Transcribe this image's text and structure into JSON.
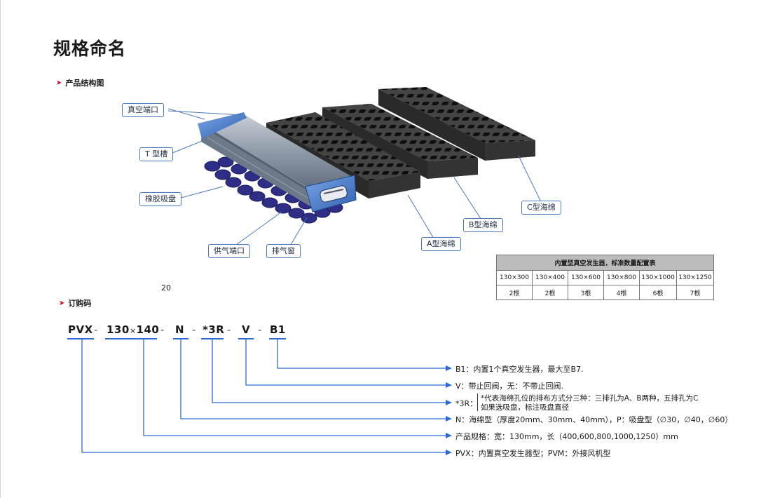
{
  "page": {
    "title": "规格命名",
    "page_number": "20"
  },
  "sections": {
    "structure": "产品结构图",
    "order_code": "订购码"
  },
  "structure_labels": {
    "vacuum_port": "真空端口",
    "t_slot": "T 型槽",
    "rubber_cup": "橡胶吸盘",
    "air_supply_port": "供气端口",
    "exhaust_window": "排气窗",
    "sponge_a": "A型海绵",
    "sponge_b": "B型海绵",
    "sponge_c": "C型海绵"
  },
  "config_table": {
    "title": "内置型真空发生器，标准数量配置表",
    "headers": [
      "130×300",
      "130×400",
      "130×600",
      "130×800",
      "130×1000",
      "130×1250"
    ],
    "values": [
      "2根",
      "2根",
      "3根",
      "4根",
      "6根",
      "7根"
    ]
  },
  "order_code": {
    "parts": {
      "series": "PVX",
      "size": "130×140",
      "width": "130",
      "times": "×",
      "length": "140",
      "type": "N",
      "holes": "*3R",
      "valve": "V",
      "generator": "B1",
      "dash": "-"
    },
    "descriptions": {
      "generator": "B1：内置1个真空发生器，最大至B7.",
      "valve": "V：带止回阀，无：不带止回阀.",
      "holes_prefix": "*3R：",
      "holes_line1": "*代表海绵孔位的排布方式分三种：三排孔为A、B两种，五排孔为C",
      "holes_line2": "如果选吸盘，标注吸盘直径",
      "type": "N：海绵型（厚度20mm、30mm、40mm），P：吸盘型（∅30，∅40，∅60）",
      "size": "产品规格：宽：130mm，长（400,600,800,1000,1250）mm",
      "series": "PVX：内置真空发生器型；PVM：外接风机型"
    }
  },
  "colors": {
    "accent_red": "#c8102e",
    "line_blue": "#2d6ad6",
    "tag_border": "#4a78b8",
    "table_header": "#bcbcbc",
    "generator_blue": "#4f82c8",
    "sponge_gray": "#3a3a3a",
    "cup_purple": "#2f2e86"
  }
}
